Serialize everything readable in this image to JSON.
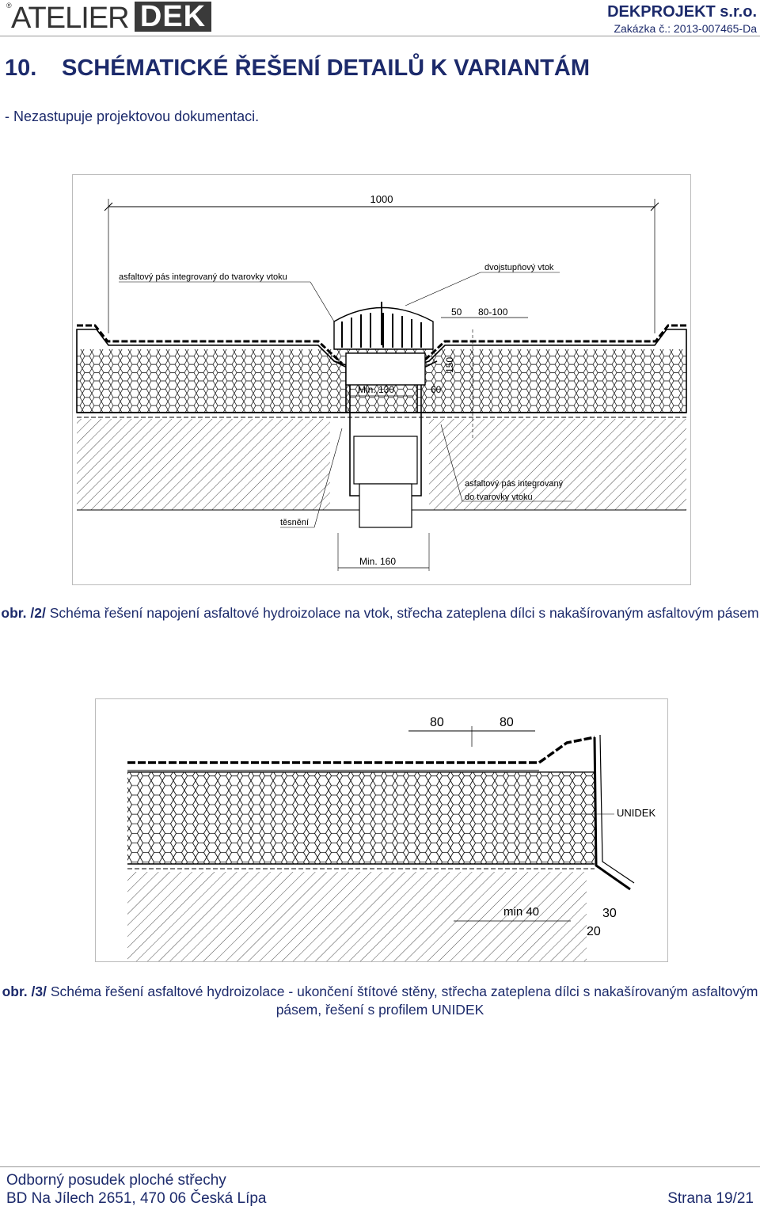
{
  "header": {
    "logo_atelier": "ATELIER",
    "logo_dek": "DEK",
    "logo_registered": "®",
    "company": "DEKPROJEKT s.r.o.",
    "order": "Zakázka č.: 2013-007465-Da"
  },
  "section": {
    "number": "10.",
    "title": "SCHÉMATICKÉ ŘEŠENÍ DETAILŮ K VARIANTÁM",
    "disclaimer": "- Nezastupuje projektovou dokumentaci."
  },
  "figure1": {
    "dim_total": "1000",
    "label_left": "asfaltový pás integrovaný do tvarovky vtoku",
    "label_right": "dvojstupňový vtok",
    "dim_50": "50",
    "dim_80_100": "80-100",
    "dim_150": "150",
    "dim_min130": "Min. 130",
    "dim_60": "60",
    "label_lower_line1": "asfaltový pás integrovaný",
    "label_lower_line2": "do tvarovky vtoku",
    "label_seal": "těsnění",
    "dim_min160": "Min. 160",
    "caption_prefix": "obr. /2/",
    "caption_text": " Schéma řešení napojení asfaltové hydroizolace na vtok, střecha zateplena dílci s nakašírovaným asfaltovým pásem"
  },
  "figure2": {
    "dim_80a": "80",
    "dim_80b": "80",
    "label_unidek": "UNIDEK",
    "dim_min40": "min 40",
    "dim_30": "30",
    "dim_20": "20",
    "caption_prefix": "obr. /3/",
    "caption_text": " Schéma řešení asfaltové hydroizolace - ukončení štítové stěny, střecha zateplena dílci s nakašírovaným asfaltovým pásem, řešení s profilem UNIDEK"
  },
  "footer": {
    "line1": "Odborný posudek ploché střechy",
    "line2": "BD Na Jílech 2651, 470 06 Česká Lípa",
    "page": "Strana 19/21"
  }
}
